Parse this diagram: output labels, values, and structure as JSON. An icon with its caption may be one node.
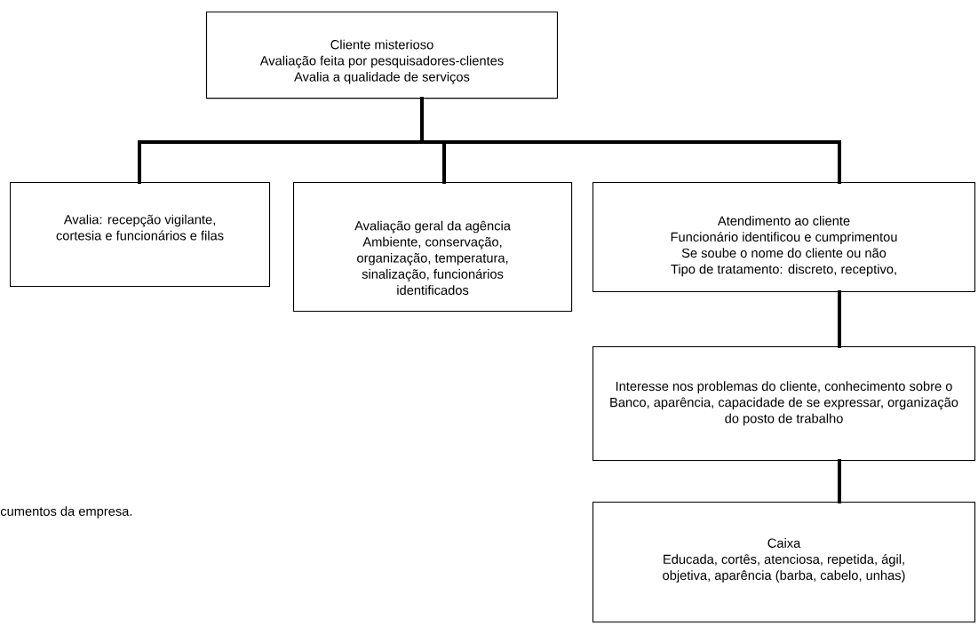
{
  "diagram": {
    "nodes": [
      {
        "text": [
          "Cliente misterioso",
          "Avaliação feita por pesquisadores-clientes",
          "Avalia a qualidade de serviços"
        ]
      },
      {
        "text": [
          "Avalia: recepção vigilante, cortesia e funcionários e filas"
        ]
      },
      {
        "text": [
          "Avaliação geral da agência",
          "Ambiente, conservação, organização, temperatura, sinalização, funcionários identificados"
        ]
      },
      {
        "text": [
          "Atendimento ao cliente",
          "Funcionário identificou e cumprimentou",
          "Se soube o nome do cliente ou não",
          "Tipo de tratamento: discreto, receptivo,"
        ]
      },
      {
        "text": [
          "Interesse nos problemas do cliente, conhecimento sobre o Banco, aparência, capacidade de se expressar, organização do posto de trabalho"
        ]
      },
      {
        "text": [
          "Caixa",
          "Educada, cortês, atenciosa, repetida, ágil, objetiva, aparência (barba, cabelo, unhas)"
        ]
      }
    ],
    "edges": [
      {
        "from": 0,
        "to": 1,
        "arrow": "none"
      },
      {
        "from": 0,
        "to": 2,
        "arrow": "none"
      },
      {
        "from": 0,
        "to": 3,
        "arrow": "none"
      },
      {
        "from": 3,
        "to": 4,
        "arrow": "none"
      },
      {
        "from": 4,
        "to": 5,
        "arrow": "none"
      }
    ],
    "labels": [
      "cumentos da empresa."
    ]
  }
}
